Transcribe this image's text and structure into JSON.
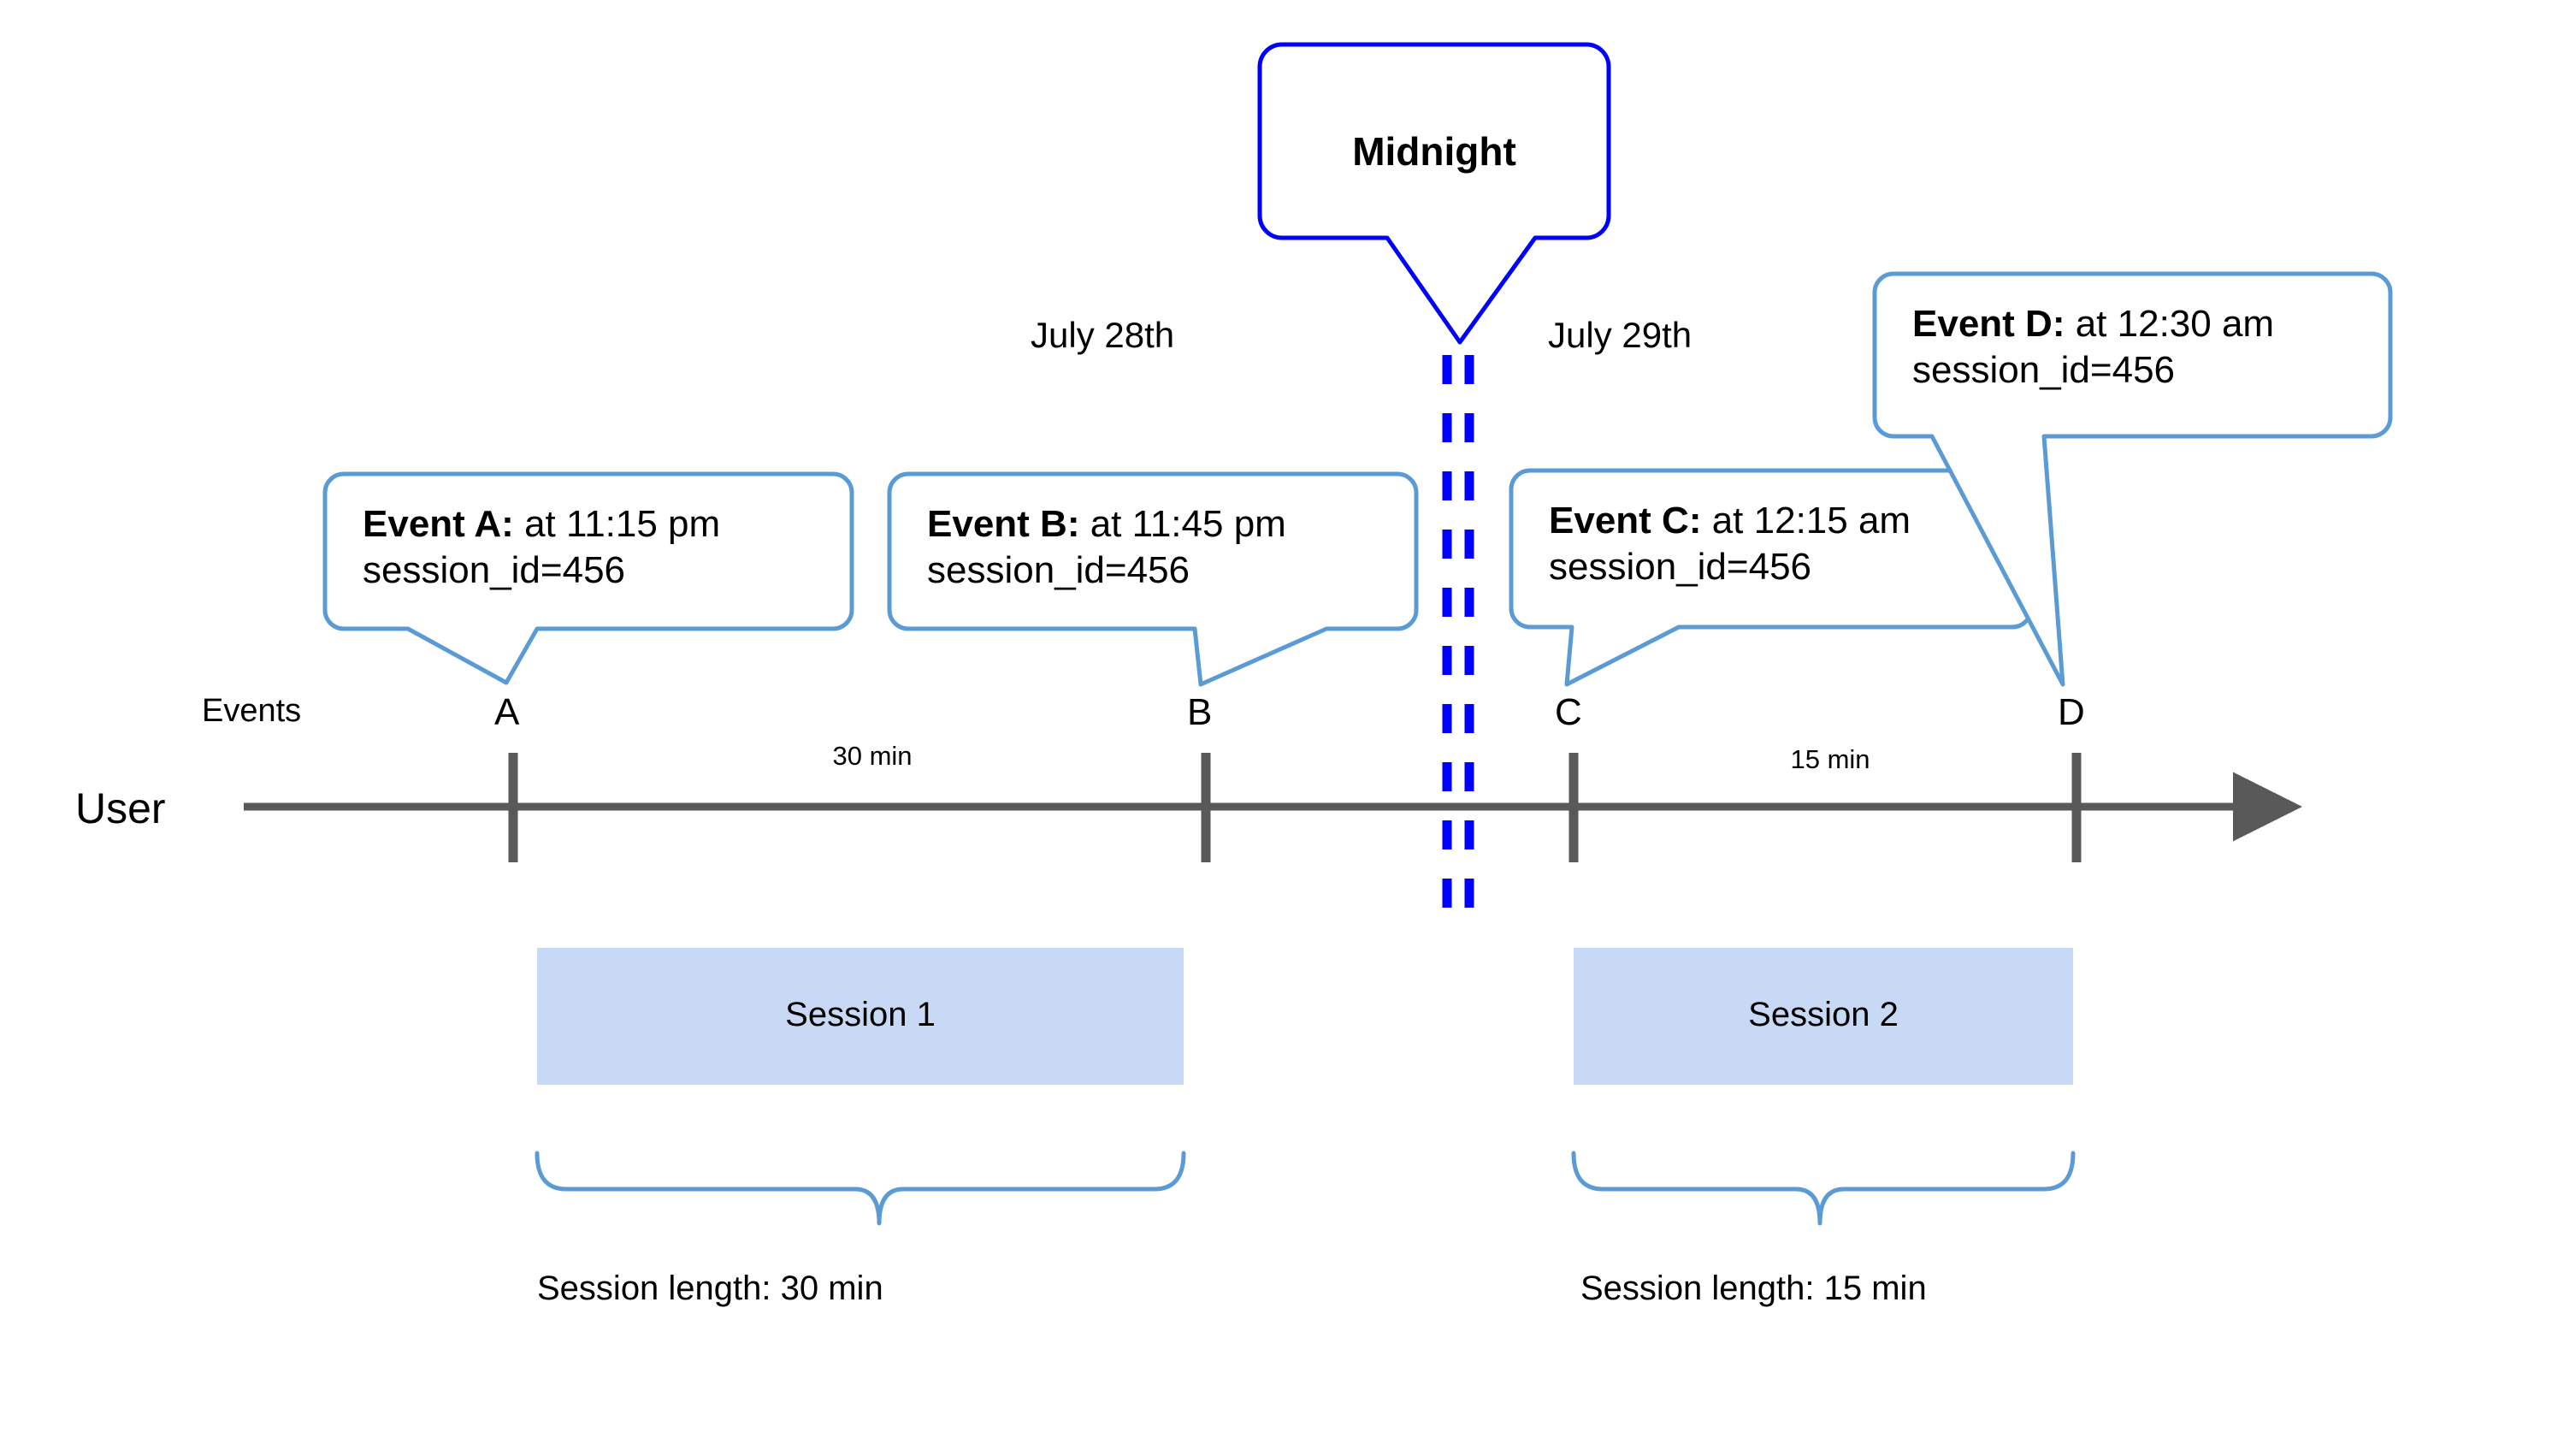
{
  "diagram": {
    "title_callout": {
      "label": "Midnight"
    },
    "axis": {
      "row_label": "User",
      "events_label": "Events",
      "arrow": "arrow-right"
    },
    "dates": [
      {
        "label": "July 28th"
      },
      {
        "label": "July 29th"
      }
    ],
    "markers": [
      {
        "letter": "A"
      },
      {
        "letter": "B"
      },
      {
        "letter": "C"
      },
      {
        "letter": "D"
      }
    ],
    "gaps": [
      {
        "label": "30 min"
      },
      {
        "label": "15 min"
      }
    ],
    "events": [
      {
        "title": "Event A:",
        "time": " at 11:15 pm",
        "session": "session_id=456"
      },
      {
        "title": "Event B:",
        "time": " at 11:45 pm",
        "session": "session_id=456"
      },
      {
        "title": "Event C:",
        "time": " at 12:15 am",
        "session": "session_id=456"
      },
      {
        "title": "Event D:",
        "time": " at 12:30 am",
        "session": "session_id=456"
      }
    ],
    "sessions": [
      {
        "label": "Session 1",
        "length_label": "Session length: 30 min"
      },
      {
        "label": "Session 2",
        "length_label": "Session length: 15 min"
      }
    ],
    "colors": {
      "midnight_line": "#0000FF",
      "callout_border": "#5B9BD5",
      "session_fill": "#C8D9F5",
      "axis": "#595959",
      "text": "#000000"
    }
  }
}
